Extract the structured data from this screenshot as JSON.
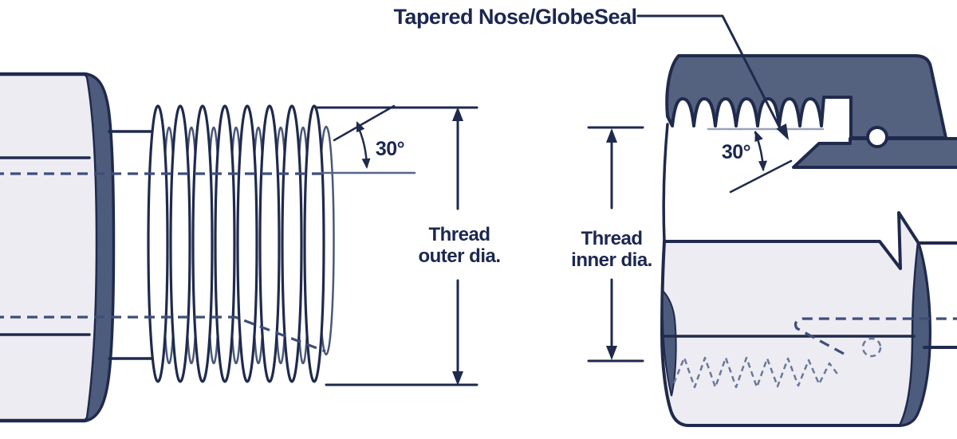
{
  "title": "Tapered Nose/GlobeSeal",
  "left_fitting": {
    "angle_label": "30°",
    "dimension_line1": "Thread",
    "dimension_line2": "outer dia."
  },
  "right_fitting": {
    "angle_label": "30°",
    "dimension_line1": "Thread",
    "dimension_line2": "inner dia."
  },
  "colors": {
    "outline": "#1f2a4d",
    "body": "#54627f",
    "chamfer": "#4d5b7d",
    "light": "#ececf2",
    "text": "#1c2750",
    "gray": "#9aa3b8",
    "dash": "#3f4e79",
    "thin": "#56648a",
    "hidden": "#6b7899",
    "bg": "#ffffff"
  }
}
